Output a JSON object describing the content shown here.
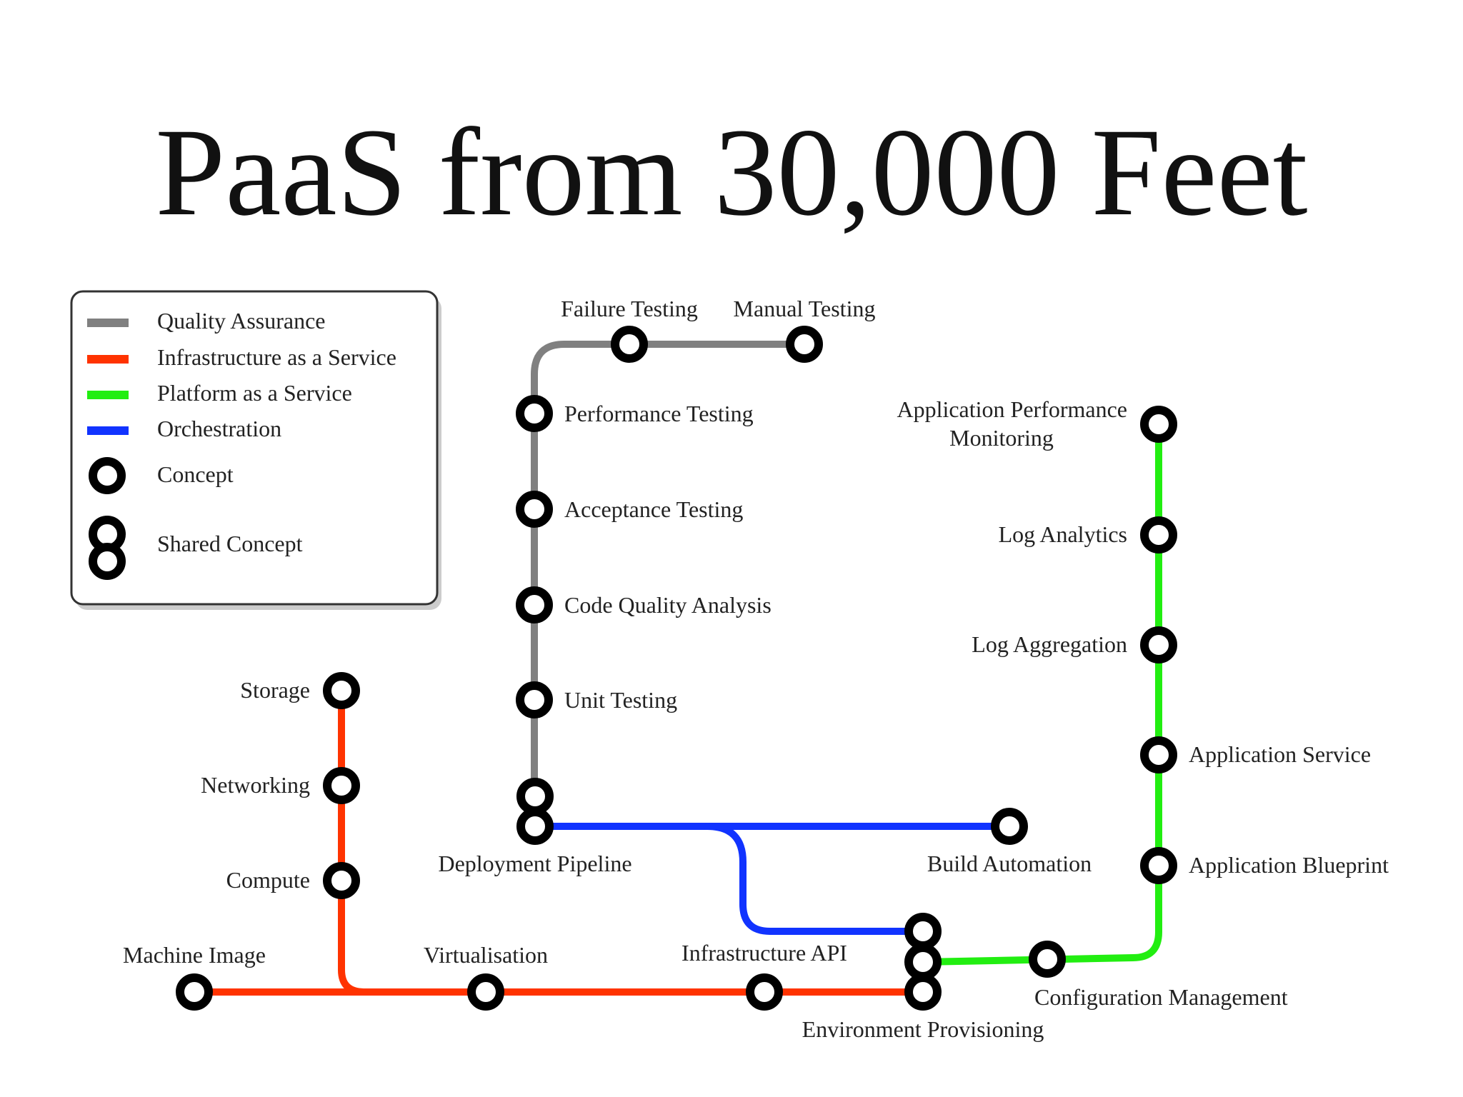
{
  "title": "PaaS from 30,000 Feet",
  "legend": {
    "items": [
      {
        "label": "Quality Assurance",
        "color": "#808080"
      },
      {
        "label": "Infrastructure as a Service",
        "color": "#ff3300"
      },
      {
        "label": "Platform as a Service",
        "color": "#22ee11"
      },
      {
        "label": "Orchestration",
        "color": "#1133ff"
      },
      {
        "label": "Concept"
      },
      {
        "label": "Shared Concept"
      }
    ]
  },
  "stations": {
    "failure_testing": "Failure Testing",
    "manual_testing": "Manual Testing",
    "performance_testing": "Performance Testing",
    "acceptance_testing": "Acceptance Testing",
    "code_quality_analysis": "Code Quality Analysis",
    "unit_testing": "Unit Testing",
    "deployment_pipeline": "Deployment Pipeline",
    "build_automation": "Build Automation",
    "apm_line1": "Application Performance",
    "apm_line2": "Monitoring",
    "log_analytics": "Log Analytics",
    "log_aggregation": "Log Aggregation",
    "application_service": "Application Service",
    "application_blueprint": "Application Blueprint",
    "configuration_management": "Configuration Management",
    "environment_provisioning": "Environment Provisioning",
    "infrastructure_api": "Infrastructure API",
    "virtualisation": "Virtualisation",
    "machine_image": "Machine Image",
    "compute": "Compute",
    "networking": "Networking",
    "storage": "Storage"
  }
}
